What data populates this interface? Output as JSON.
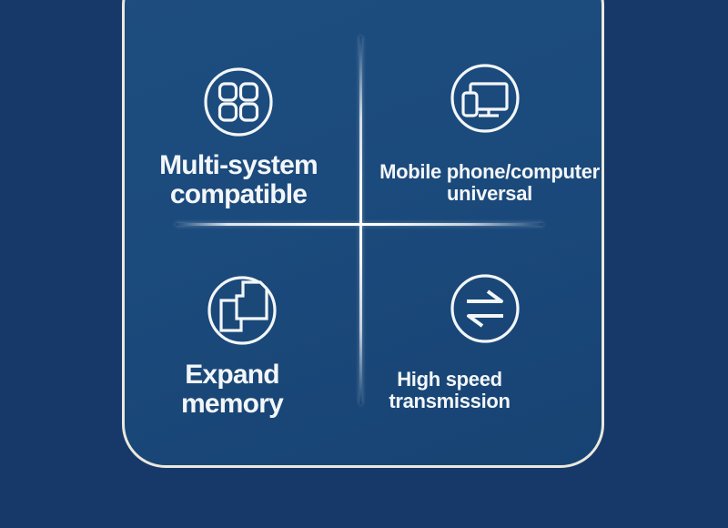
{
  "graphic": {
    "background_color": "#16396a",
    "card": {
      "background_color": "#1b4a7c",
      "border_color": "#ebe8db",
      "text_color": "#f3f6f8",
      "divider_color": "#ffffff"
    },
    "features": [
      {
        "name": "multi-system-compatible",
        "icon": "app-grid-icon",
        "line1": "Multi-system",
        "line2": "compatible"
      },
      {
        "name": "mobile-phone-computer-universal",
        "icon": "phone-computer-icon",
        "line1": "Mobile phone/computer",
        "line2": "universal"
      },
      {
        "name": "expand-memory",
        "icon": "memory-cards-icon",
        "line1": "Expand",
        "line2": "memory"
      },
      {
        "name": "high-speed-transmission",
        "icon": "transfer-arrows-icon",
        "line1": "High speed",
        "line2": "transmission"
      }
    ]
  }
}
